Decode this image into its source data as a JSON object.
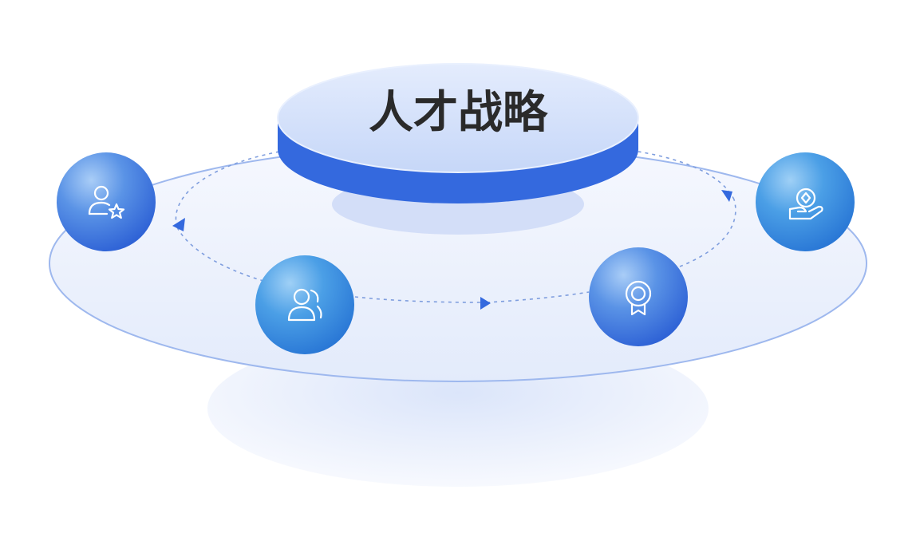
{
  "diagram": {
    "center_title": "人才战略",
    "colors": {
      "accent": "#3469de",
      "platform_top": "#d6e3fb",
      "disc_light": "#eef3fd",
      "ring_dash": "#7f9ede"
    },
    "nodes": [
      {
        "id": "talent-star",
        "icon": "user-star-icon"
      },
      {
        "id": "team",
        "icon": "users-icon"
      },
      {
        "id": "award",
        "icon": "medal-icon"
      },
      {
        "id": "reward",
        "icon": "hand-coin-icon"
      }
    ]
  }
}
